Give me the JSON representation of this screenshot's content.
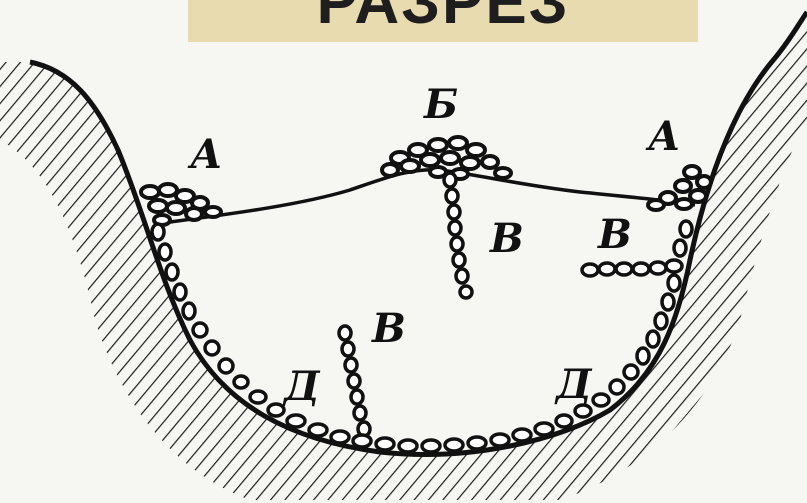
{
  "title": "РАЗРЕЗ",
  "labels": {
    "a_left": "А",
    "a_right": "А",
    "b_top": "Б",
    "v_center": "В",
    "v_right": "В",
    "v_lower": "В",
    "d_left": "Д",
    "d_right": "Д"
  }
}
